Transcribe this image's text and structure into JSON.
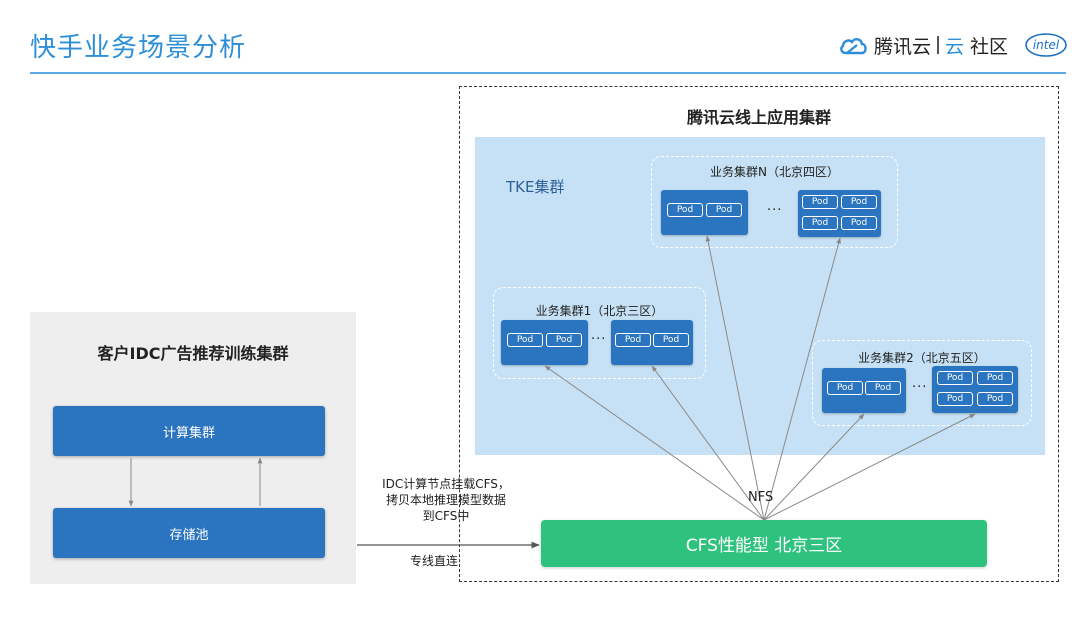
{
  "header": {
    "title": "快手业务场景分析",
    "brand_tencent": "腾讯云",
    "brand_yun": "云",
    "brand_community": "社区",
    "brand_intel": "intel"
  },
  "idc": {
    "title": "客户IDC广告推荐训练集群",
    "compute": "计算集群",
    "storage": "存储池"
  },
  "cloud": {
    "title": "腾讯云线上应用集群",
    "tke": "TKE集群",
    "clusters": [
      {
        "title": "业务集群N（北京四区）"
      },
      {
        "title": "业务集群1（北京三区）"
      },
      {
        "title": "业务集群2（北京五区）"
      }
    ],
    "pod": "Pod",
    "ellipsis": "···",
    "cfs": "CFS性能型 北京三区",
    "nfs": "NFS"
  },
  "link": {
    "mount_line1": "IDC计算节点挂载CFS，",
    "mount_line2": "拷贝本地推理模型数据",
    "mount_line3": "到CFS中",
    "direct": "专线直连"
  },
  "colors": {
    "title_blue": "#2d8fd8",
    "node_blue": "#2b74bf",
    "tke_bg": "#c6e1f5",
    "cfs_green": "#2ec27e"
  }
}
